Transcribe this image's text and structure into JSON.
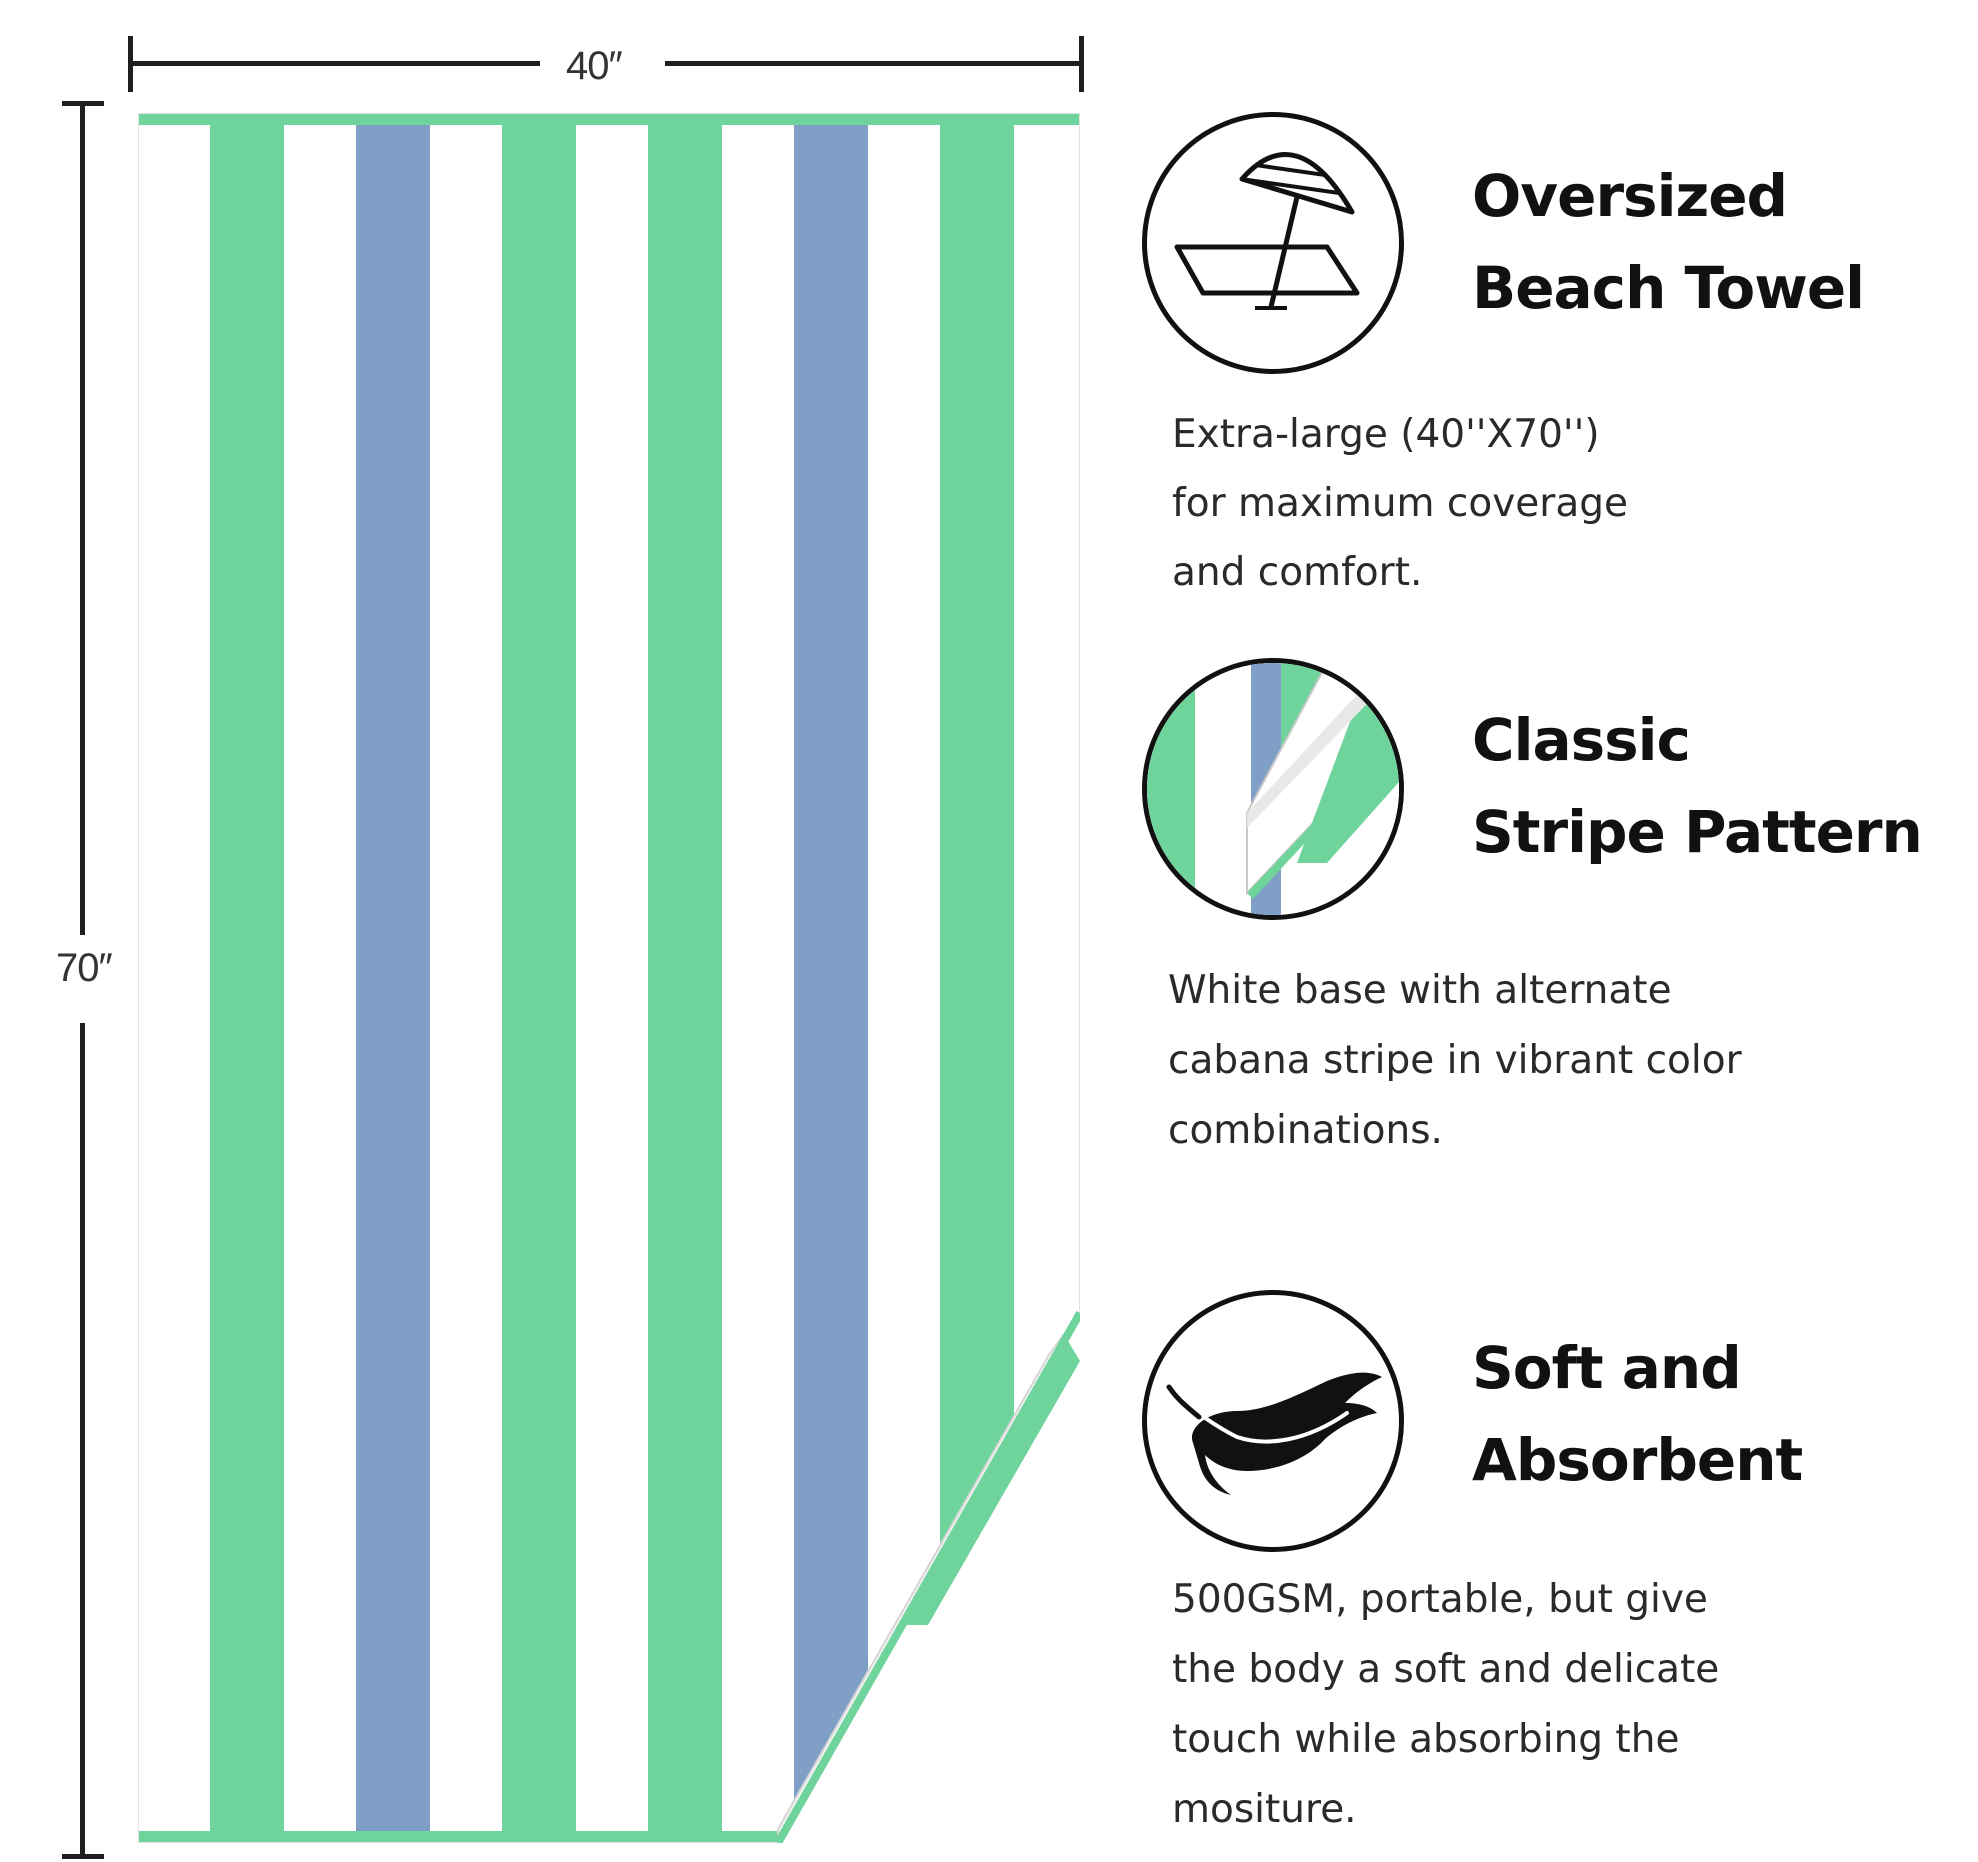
{
  "dimensions": {
    "width_label": "40″",
    "height_label": "70″"
  },
  "towel": {
    "stripe_colors": {
      "green": "#6fd39c",
      "blue": "#7f9fc7",
      "white": "#ffffff"
    },
    "stripe_sequence": [
      "white",
      "green",
      "white",
      "blue",
      "white",
      "green",
      "white",
      "green",
      "white",
      "blue",
      "white",
      "green",
      "white"
    ]
  },
  "features": [
    {
      "icon": "beach-umbrella-icon",
      "title_lines": [
        "Oversized",
        "Beach Towel"
      ],
      "desc_lines": [
        "Extra-large (40''X70'')",
        "for maximum coverage",
        "and comfort."
      ]
    },
    {
      "icon": "stripe-closeup-icon",
      "title_lines": [
        "Classic",
        "Stripe Pattern"
      ],
      "desc_lines": [
        "White base with alternate",
        "cabana stripe in vibrant color",
        "combinations."
      ]
    },
    {
      "icon": "feather-icon",
      "title_lines": [
        "Soft and",
        "Absorbent"
      ],
      "desc_lines": [
        "500GSM, portable, but give",
        "the body a soft and delicate",
        "touch while absorbing the",
        "mositure."
      ]
    }
  ]
}
